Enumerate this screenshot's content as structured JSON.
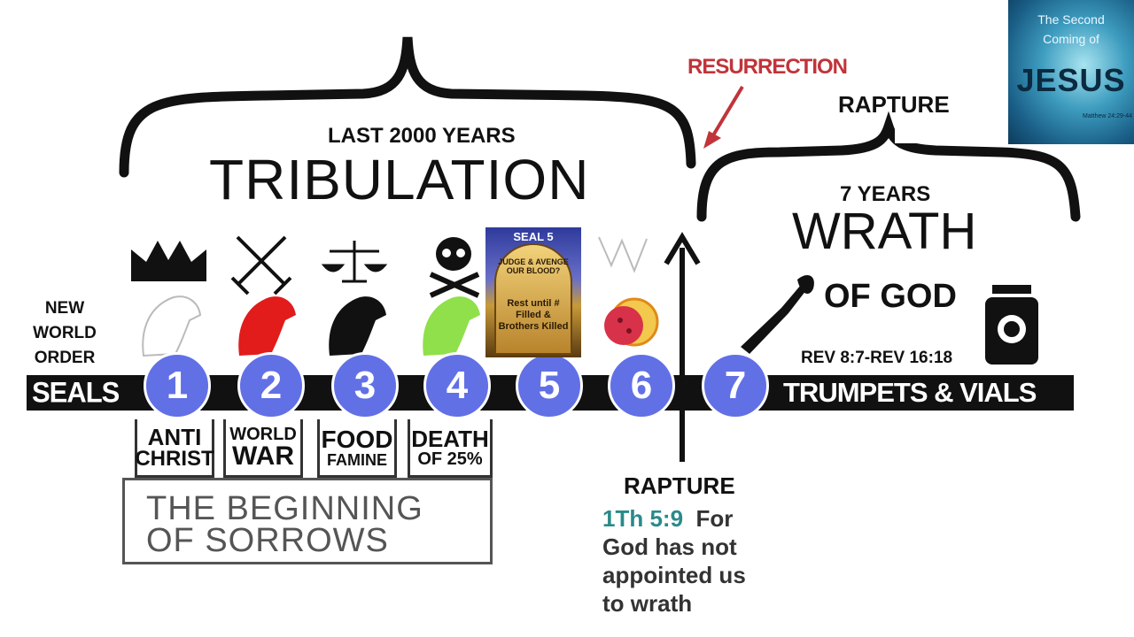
{
  "braces": {
    "left_subtitle": "LAST 2000 YEARS",
    "left_title": "TRIBULATION",
    "right_top": "RAPTURE",
    "right_subtitle": "7 YEARS",
    "right_title": "WRATH",
    "right_title2": "OF GOD",
    "right_ref": "REV 8:7-REV 16:18"
  },
  "resurrection": "RESURRECTION",
  "new_world_order": [
    "NEW",
    "WORLD",
    "ORDER"
  ],
  "band": {
    "left": "SEALS",
    "right": "TRUMPETS & VIALS"
  },
  "seals": [
    "1",
    "2",
    "3",
    "4",
    "5",
    "6",
    "7"
  ],
  "descriptions": [
    {
      "line1": "ANTI",
      "line2": "CHRIST"
    },
    {
      "line1": "WORLD",
      "line2": "WAR"
    },
    {
      "line1": "FOOD",
      "line2": "FAMINE"
    },
    {
      "line1": "DEATH",
      "line2": "OF 25%"
    }
  ],
  "sorrows": [
    "THE BEGINNING",
    "OF SORROWS"
  ],
  "seal5_image": {
    "title": "SEAL 5",
    "line_a": "JUDGE & AVENGE OUR BLOOD?",
    "line_b": "Rest until # Filled & Brothers Killed"
  },
  "cover_image": {
    "line1": "The Second",
    "line2": "Coming of",
    "line3": "JESUS",
    "ref": "Matthew 24:29-44"
  },
  "rapture_bottom": "RAPTURE",
  "scripture": {
    "ref": "1Th 5:9",
    "text1": "For",
    "text2": "God has not",
    "text3": "appointed us",
    "text4": "to wrath"
  },
  "colors": {
    "seal_circle": "#6270e6",
    "resurrection": "#c0343a",
    "scripture_ref": "#2a8a8a",
    "band": "#111111"
  }
}
